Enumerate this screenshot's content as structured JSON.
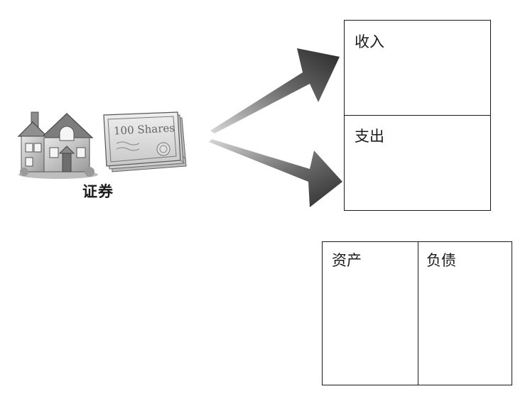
{
  "left_group": {
    "house_icon": "house-icon",
    "shares_icon": "stock-certificate-icon",
    "shares_text": "100 Shares",
    "label": "证券"
  },
  "income_statement": {
    "income_label": "收入",
    "expense_label": "支出"
  },
  "balance_sheet": {
    "assets_label": "资产",
    "liabilities_label": "负债"
  },
  "colors": {
    "line": "#1a1a1a",
    "arrow_dark": "#2a2a2a",
    "arrow_light": "#d8d8d8",
    "illustration_gray": "#bdbdbd"
  }
}
